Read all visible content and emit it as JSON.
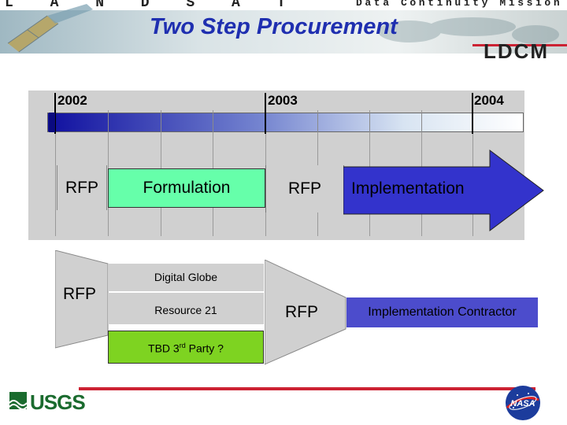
{
  "header": {
    "left_brand": "L A N D S A T",
    "right_brand": "Data Continuity Mission",
    "title": "Two Step Procurement",
    "logo_text": "LDCM",
    "accent_color": "#1f2fb0"
  },
  "timeline": {
    "years": [
      "2002",
      "2003",
      "2004"
    ],
    "top_row": {
      "rfp_1": "RFP",
      "formulation": "Formulation",
      "rfp_2": "RFP",
      "implementation": "Implementation"
    }
  },
  "procurement": {
    "rfp_left": "RFP",
    "contractors": [
      {
        "label": "Digital Globe"
      },
      {
        "label": "Resource 21"
      },
      {
        "label": "TBD 3",
        "sup": "rd",
        "suffix": " Party ?"
      }
    ],
    "rfp_right": "RFP",
    "implementation_contractor": "Implementation Contractor"
  },
  "colors": {
    "formulation_green": "#66ffaa",
    "tbd_green": "#7ed321",
    "arrow_blue": "#3333cc",
    "impl_contractor_blue": "#4c4ccc",
    "footer_red": "#cc2233"
  },
  "footer": {
    "usgs_logo": "USGS",
    "nasa_logo": "NASA"
  }
}
